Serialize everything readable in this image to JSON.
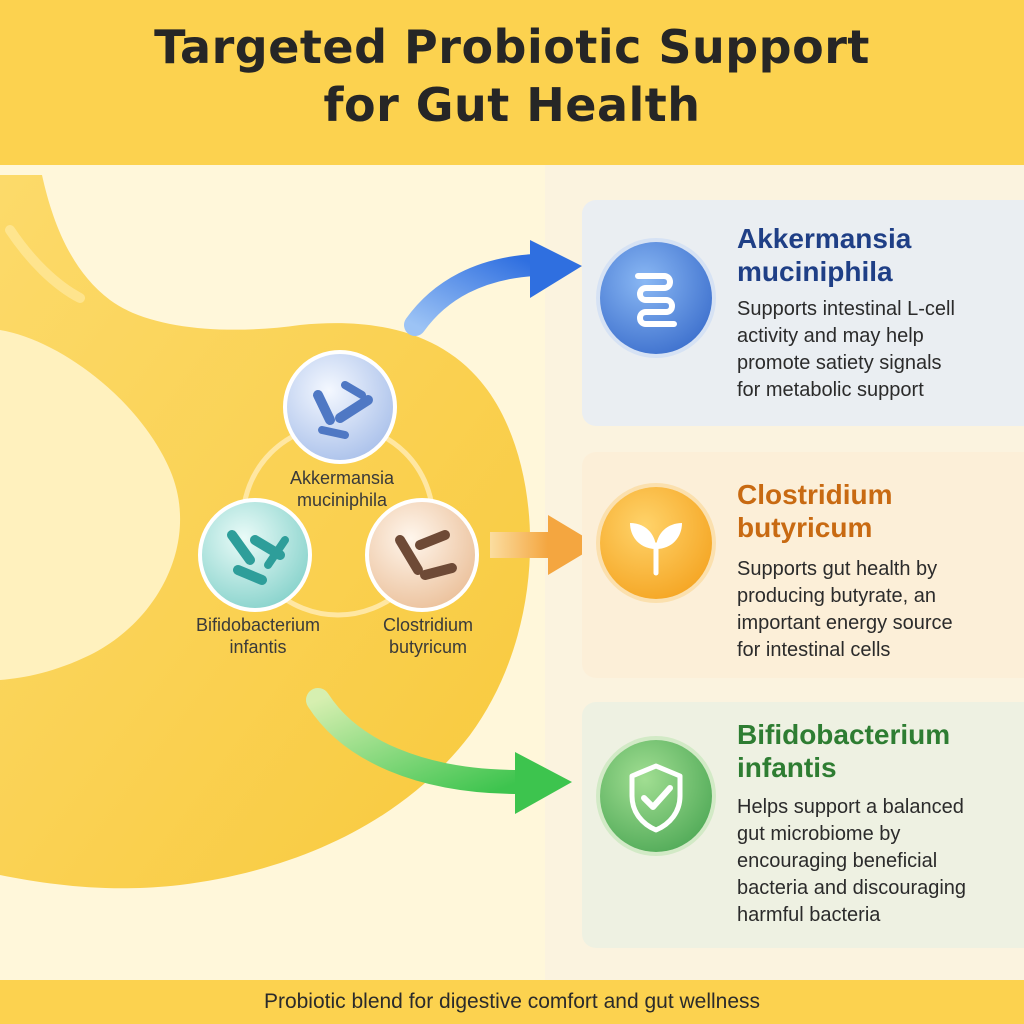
{
  "title": {
    "line1": "Targeted Probiotic Support",
    "line2": "for Gut Health"
  },
  "bubbles": [
    {
      "label1": "Akkermansia",
      "label2": "muciniphila",
      "color": "#9FB8E8"
    },
    {
      "label1": "Bifidobacterium",
      "label2": "infantis",
      "color": "#7FCFC9"
    },
    {
      "label1": "Clostridium",
      "label2": "butyricum",
      "color": "#E8B48A"
    }
  ],
  "cards": [
    {
      "title1": "Akkermansia",
      "title2": "muciniphila",
      "icon": "intestine-icon",
      "accent": "#1F3F86",
      "desc": [
        "Supports intestinal L-cell",
        "activity and may help",
        "promote satiety signals",
        "for metabolic support"
      ]
    },
    {
      "title1": "Clostridium",
      "title2": "butyricum",
      "icon": "leaf-icon",
      "accent": "#C86A12",
      "desc": [
        "Supports gut health by",
        "producing butyrate, an",
        "important energy source",
        "for intestinal cells"
      ]
    },
    {
      "title1": "Bifidobacterium",
      "title2": "infantis",
      "icon": "shield-check-icon",
      "accent": "#2E7D32",
      "desc": [
        "Helps support a balanced",
        "gut microbiome by",
        "encouraging beneficial",
        "bacteria and discouraging",
        "harmful bacteria"
      ]
    }
  ],
  "footer": "Probiotic blend for digestive comfort and gut wellness"
}
